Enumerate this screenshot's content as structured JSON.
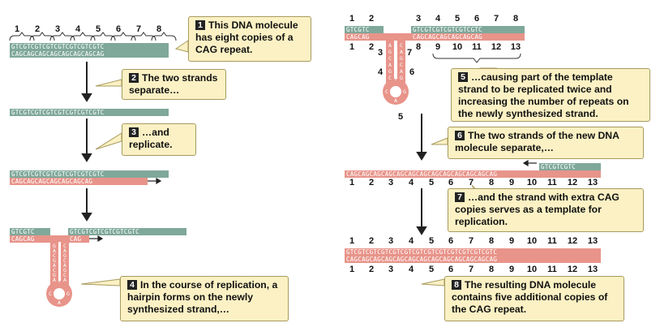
{
  "strands": {
    "s1_top": "GTCGTCGTCGTCGTCGTCGTCGTC",
    "s1_bottom": "CAGCAGCAGCAGCAGCAGCAGCAG",
    "s2": "GTCGTCGTCGTCGTCGTCGTCGTC",
    "s3_top": "GTCGTCGTCGTCGTCGTCGTCGTC",
    "s3_bottom": "CAGCAGCAGCAGCAGCAGCAG",
    "s4_top_left": "GTCGTC",
    "s4_top_right": "GTCGTCGTCGTCGTCGTC",
    "s4_bottom_left": "CAGCAG",
    "s4_bottom_right": "CAG",
    "r1_top_left": "GTCGTC",
    "r1_top_right": "GTCGTCGTCGTCGTCGTC",
    "r1_bottom_left": "CAGCAG",
    "r1_bottom_right": "CAGCAGCAGCAGCAGCAG",
    "r2_short": "GTCGTCGTC",
    "r2_long": "CAGCAGCAGCAGCAGCAGCAGCAGCAGCAGCAGCAGCAG",
    "r3_top": "GTCGTCGTCGTCGTCGTCGTCGTCGTCGTCGTCGTCGTC",
    "r3_bottom": "CAGCAGCAGCAGCAGCAGCAGCAGCAGCAGCAGCAGCAG"
  },
  "numbers_8": [
    "1",
    "2",
    "3",
    "4",
    "5",
    "6",
    "7",
    "8"
  ],
  "numbers_13": [
    "1",
    "2",
    "3",
    "4",
    "5",
    "6",
    "7",
    "8",
    "9",
    "10",
    "11",
    "12",
    "13"
  ],
  "hairpin_left": {
    "left_letters": [
      "G",
      "A",
      "C",
      "G",
      "A",
      "C",
      "G",
      "A",
      "C"
    ],
    "right_letters": [
      "C",
      "A",
      "G",
      "C",
      "A",
      "G",
      "C",
      "A",
      "G"
    ],
    "loop_left": "C",
    "loop_right": "G",
    "loop_bottom": "A"
  },
  "hairpin_right": {
    "left_letters": [
      "A",
      "G",
      "C",
      "A",
      "G",
      "C"
    ],
    "right_letters": [
      "C",
      "A",
      "G",
      "C",
      "A",
      "G"
    ],
    "loop_left": "C",
    "loop_right": "G",
    "loop_bottom": "A",
    "label_top": "5"
  },
  "callouts": {
    "c1": {
      "num": "1",
      "text": "This DNA molecule has eight copies of a CAG repeat."
    },
    "c2": {
      "num": "2",
      "text": "The two strands separate…"
    },
    "c3": {
      "num": "3",
      "text": "…and replicate."
    },
    "c4": {
      "num": "4",
      "text": "In the course of replication, a hairpin forms on the newly synthesized strand,…"
    },
    "c5": {
      "num": "5",
      "text": "…causing part of the template strand to be replicated twice and increasing the number of repeats on the newly synthesized strand."
    },
    "c6": {
      "num": "6",
      "text": "The two strands of the new DNA molecule separate,…"
    },
    "c7": {
      "num": "7",
      "text": "…and the strand with extra CAG copies serves as a template for replication."
    },
    "c8": {
      "num": "8",
      "text": "The resulting DNA molecule contains five additional copies of the CAG repeat."
    }
  },
  "colors": {
    "template_strand": "#7fa89a",
    "new_strand": "#e8948a",
    "callout_bg": "#fbf1c4"
  }
}
